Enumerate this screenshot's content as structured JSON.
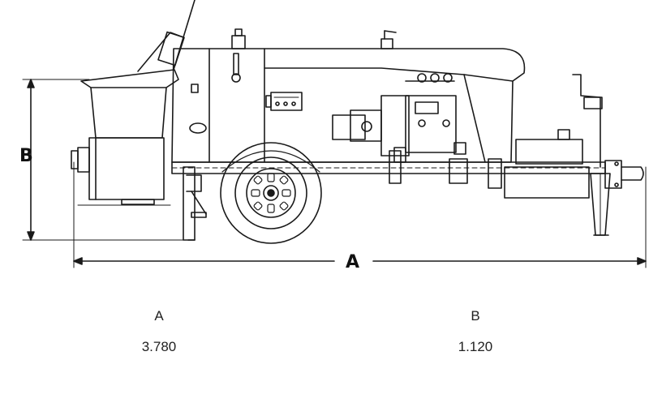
{
  "drawing": {
    "dimension_a_label": "A",
    "dimension_b_label": "B"
  },
  "specs": {
    "a_header": "A",
    "a_value": "3.780",
    "b_header": "B",
    "b_value": "1.120"
  },
  "colors": {
    "line": "#1a1a1a",
    "background": "#ffffff"
  }
}
